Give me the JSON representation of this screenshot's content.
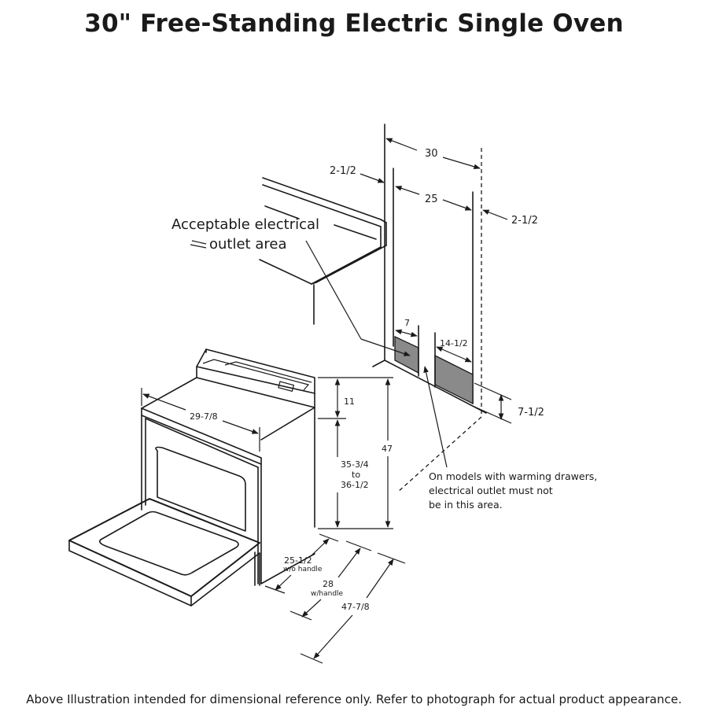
{
  "title": "30\" Free-Standing Electric Single Oven",
  "footer": "Above Illustration intended for dimensional reference only. Refer to photograph for actual product appearance.",
  "callouts": {
    "outlet_area_line1": "Acceptable electrical",
    "outlet_area_line2": "outlet area",
    "warming_note_line1": "On models with warming drawers,",
    "warming_note_line2": "electrical outlet must not",
    "warming_note_line3": "be in this area."
  },
  "dimensions": {
    "overall_width": "30",
    "left_clearance": "2-1/2",
    "inner_width": "25",
    "right_clearance": "2-1/2",
    "outlet_left": "7",
    "outlet_right": "14-1/2",
    "outlet_height": "7-1/2",
    "top_width": "29-7/8",
    "backguard_height": "11",
    "cooktop_height_line1": "35-3/4",
    "cooktop_height_line2": "to",
    "cooktop_height_line3": "36-1/2",
    "overall_height": "47",
    "depth_no_handle": "25-1/2",
    "depth_no_handle_note": "w/o handle",
    "depth_with_handle": "28",
    "depth_with_handle_note": "w/handle",
    "depth_door_open": "47-7/8"
  }
}
